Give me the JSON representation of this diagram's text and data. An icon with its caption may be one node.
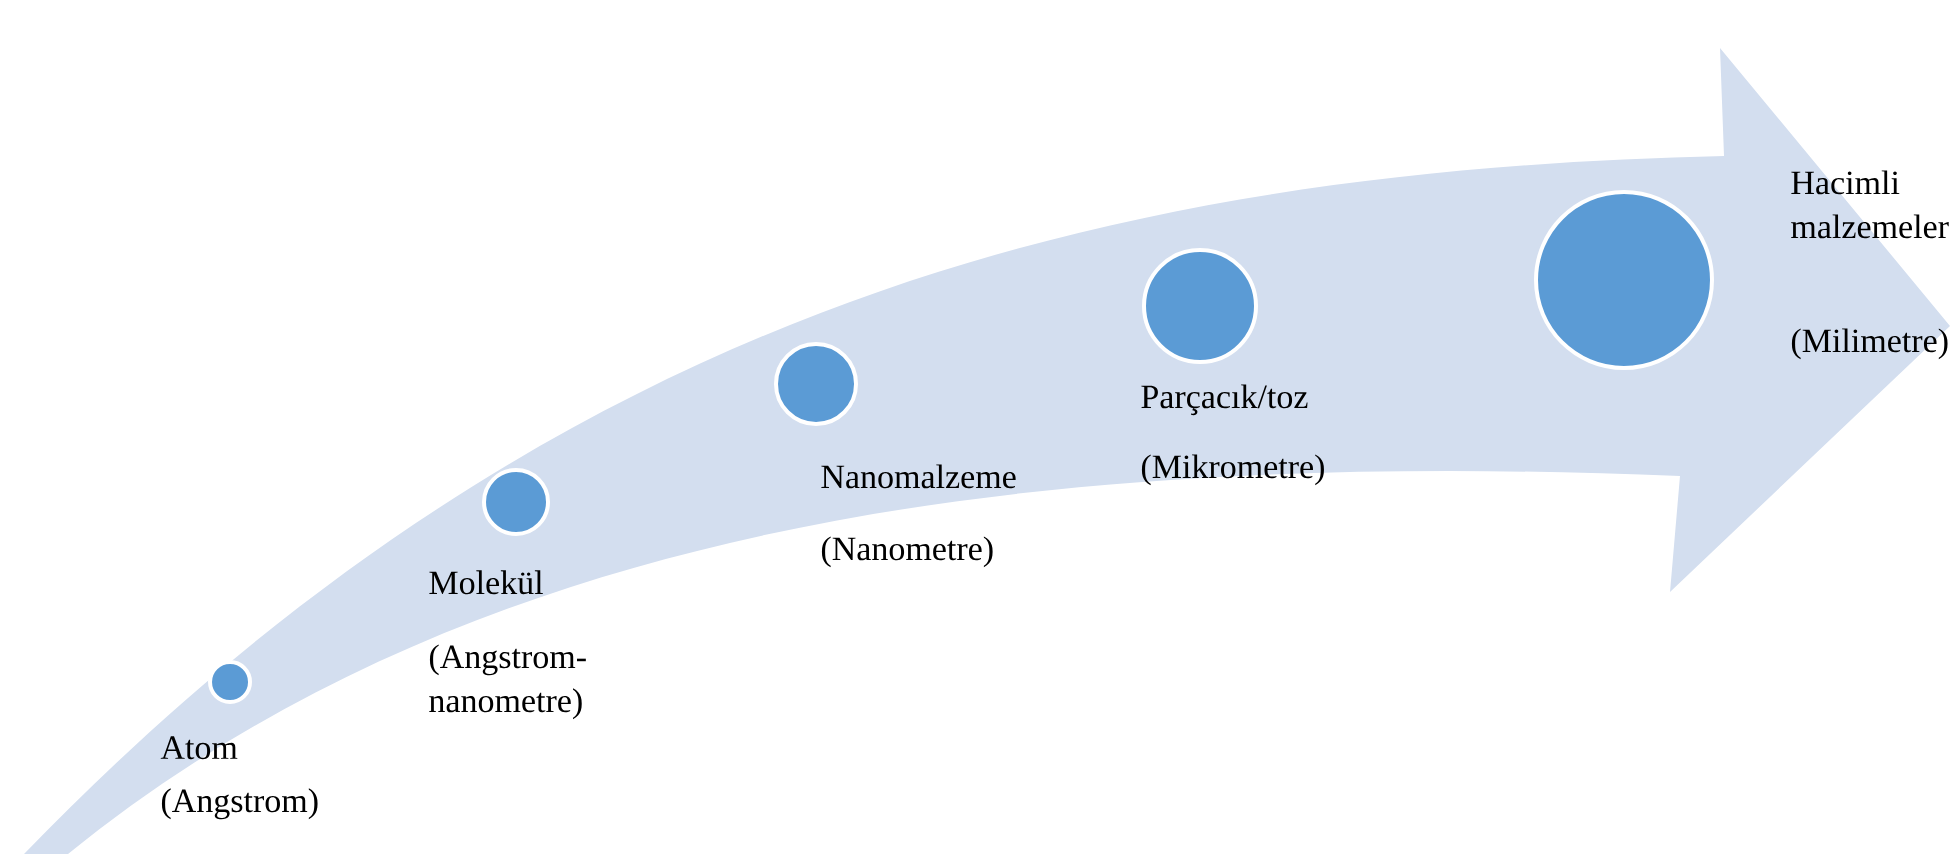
{
  "diagram": {
    "nodes": [
      {
        "text": [],
        "shape": "circle",
        "beside": [
          "Atom",
          "(Angstrom)"
        ]
      },
      {
        "text": [],
        "shape": "circle",
        "beside": [
          "Molekül",
          "(Angstrom-nanometre)"
        ]
      },
      {
        "text": [],
        "shape": "circle",
        "beside": [
          "Nanomalzeme",
          "(Nanometre)"
        ]
      },
      {
        "text": [],
        "shape": "circle",
        "beside": [
          "Parçacık/toz",
          "(Mikrometre)"
        ]
      },
      {
        "text": [],
        "shape": "circle",
        "beside": [
          "Hacimli malzemeler",
          "(Milimetre)"
        ]
      }
    ]
  }
}
